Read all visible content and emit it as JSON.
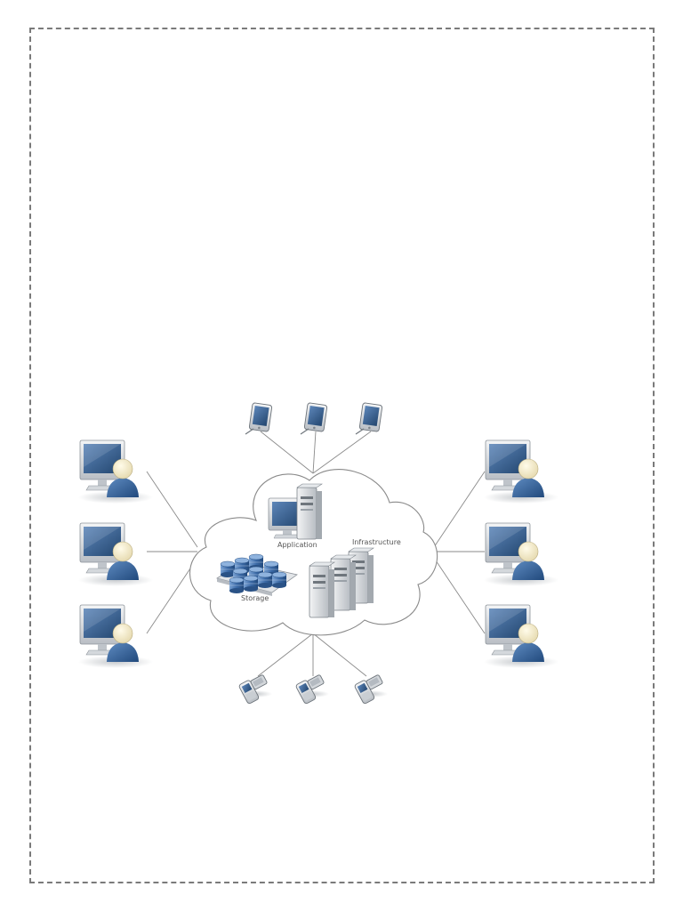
{
  "diagram": {
    "cloud_labels": {
      "application": "Application",
      "infrastructure": "Infrastructure",
      "storage": "Storage"
    },
    "node_kinds": {
      "cloud": "cloud",
      "tablet": "tablet-icon",
      "phone": "phone-icon",
      "workstation": "workstation-user-icon",
      "server": "server-icon",
      "database": "database-icon"
    },
    "colors": {
      "icon_blue": "#34629a",
      "screen": "#2c5385",
      "server_gray": "#d9dde1",
      "line": "#8a8a8a"
    }
  }
}
